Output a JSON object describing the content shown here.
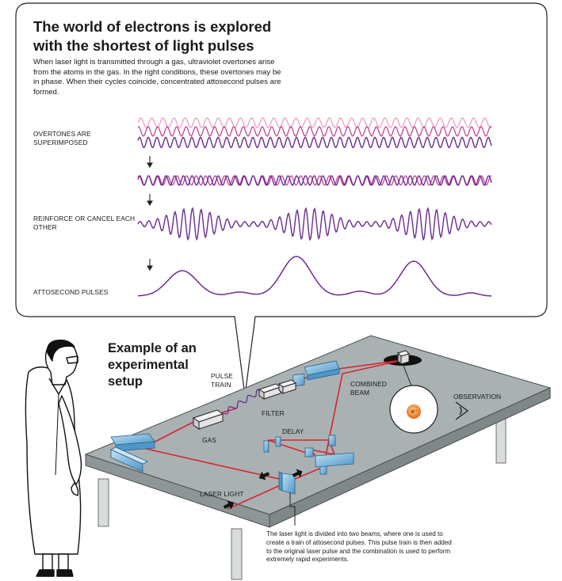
{
  "title": "The world of electrons is explored with the shortest of light pulses",
  "intro": "When laser light is transmitted through a gas, ultraviolet overtones arise from the atoms in the gas. In the right conditions, these overtones may be in phase. When their cycles coincide, concentrated attosecond pulses are formed.",
  "stages": {
    "overtones": "OVERTONES ARE SUPERIMPOSED",
    "reinforce": "REINFORCE OR CANCEL EACH OTHER",
    "attosecond": "ATTOSECOND PULSES"
  },
  "setup": {
    "title": "Example of an experimental setup",
    "pulse_train": "PULSE TRAIN",
    "filter": "FILTER",
    "gas": "GAS",
    "delay": "DELAY",
    "combined_beam": "COMBINED BEAM",
    "observation": "OBSERVATION",
    "laser_light": "LASER LIGHT",
    "electron": "e⁻"
  },
  "caption": "The laser light is divided into two beams, where one is used to create a train of attosecond pulses. This pulse train is then added to the original laser pulse and the combination is used to perform extremely rapid experiments.",
  "colors": {
    "wave_purple": "#6b2c91",
    "wave_magenta": "#c0378e",
    "wave_pink": "#e59ac4",
    "laser_red": "#d9232e",
    "table_top": "#a9b1b2",
    "optic_blue": "#7fb8dc",
    "electron_orange": "#f07a1a"
  },
  "icons": [
    "down-arrow-icon",
    "eye-icon",
    "electron-icon",
    "scientist-figure",
    "beam-direction-arrow-icon"
  ]
}
